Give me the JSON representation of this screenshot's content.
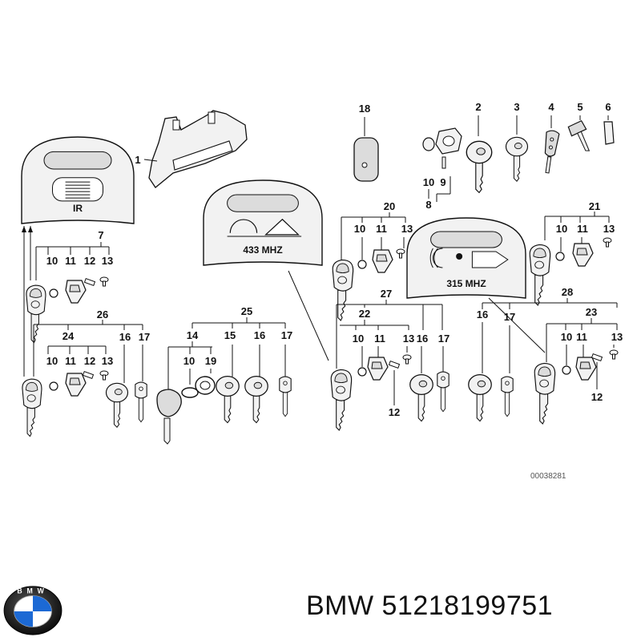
{
  "diagram": {
    "drawing_number": "00038281",
    "callouts": [
      "1",
      "2",
      "3",
      "4",
      "5",
      "6",
      "7",
      "8",
      "9",
      "10",
      "11",
      "12",
      "13",
      "14",
      "15",
      "16",
      "17",
      "18",
      "19",
      "20",
      "21",
      "22",
      "23",
      "24",
      "25",
      "26",
      "27",
      "28"
    ],
    "remote_ir_label": "IR",
    "remote_433_label": "433 MHZ",
    "remote_315_label": "315 MHZ"
  },
  "footer": {
    "brand": "BMW",
    "part_number": "51218199751",
    "logo_letters": "BMW"
  },
  "colors": {
    "ink": "#111111",
    "fill": "#f2f2f2",
    "shade": "#dcdcdc",
    "blue": "#1c69d4"
  }
}
